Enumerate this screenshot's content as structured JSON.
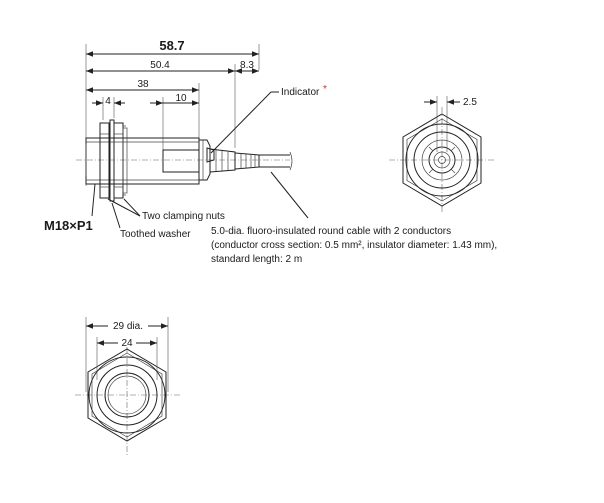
{
  "dimensions": {
    "overall_length": "58.7",
    "body_length": "50.4",
    "cable_section": "8.3",
    "thread_length": "38",
    "washer_width": "4",
    "nut_offset": "10",
    "indicator_offset": "2.5",
    "outer_dia": "29 dia.",
    "inner_dia": "24"
  },
  "labels": {
    "indicator": "Indicator",
    "asterisk": "*",
    "thread": "M18×P1",
    "clamping_nuts": "Two clamping nuts",
    "toothed_washer": "Toothed washer",
    "cable_line1": "5.0-dia. fluoro-insulated round cable with 2 conductors",
    "cable_line2": "(conductor cross section: 0.5 mm², insulator diameter: 1.43 mm),",
    "cable_line3": "standard length: 2 m"
  },
  "colors": {
    "asterisk": "#d62a2a"
  }
}
